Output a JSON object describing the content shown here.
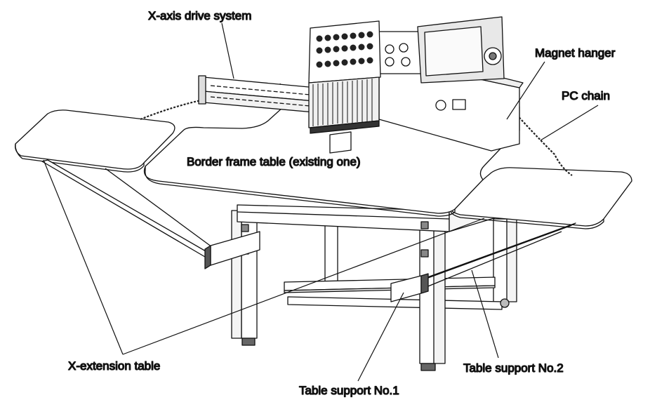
{
  "labels": {
    "x_axis_drive": "X-axis drive system",
    "magnet_hanger": "Magnet hanger",
    "pc_chain": "PC chain",
    "border_frame_table": "Border frame table (existing one)",
    "x_extension_table": "X-extension table",
    "table_support_1": "Table support No.1",
    "table_support_2": "Table support No.2"
  }
}
